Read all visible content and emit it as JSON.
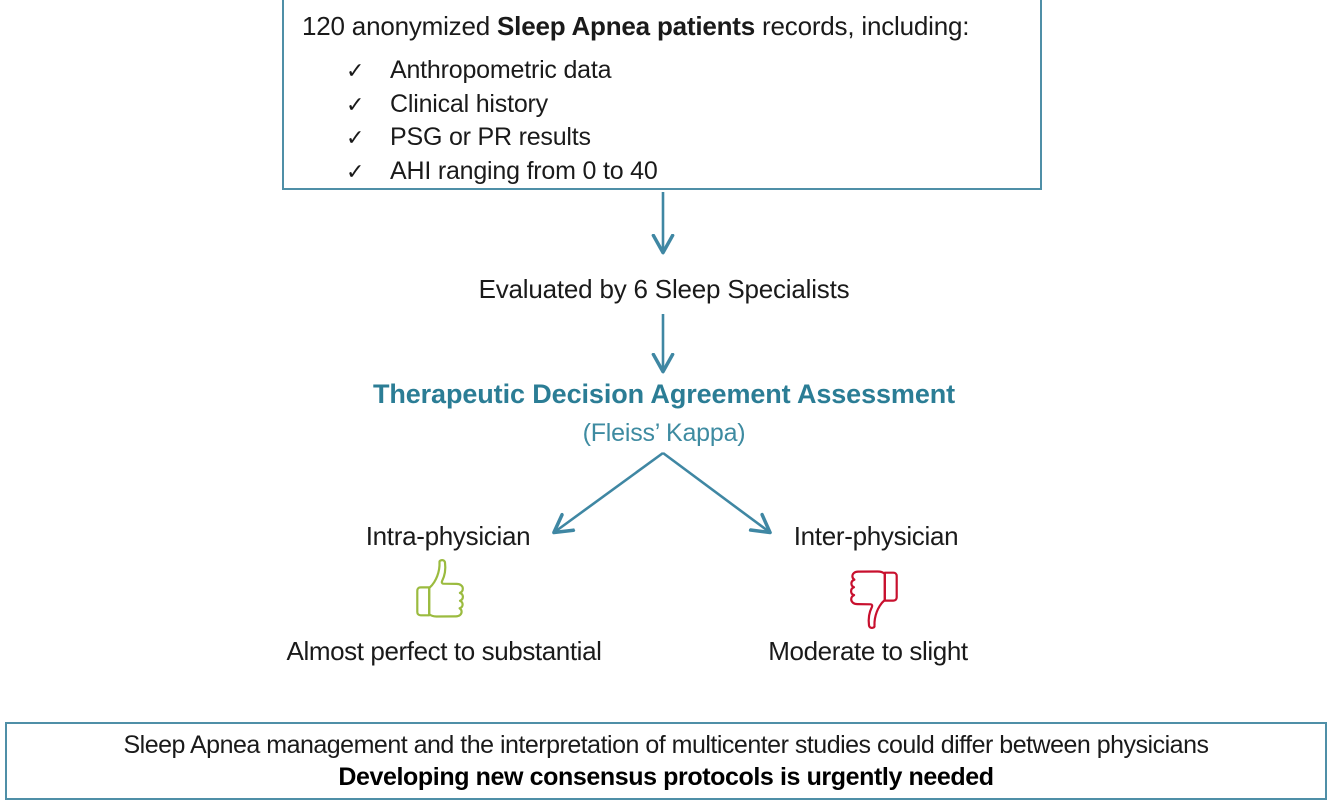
{
  "diagram": {
    "title": "Sleep Apnea therapeutic decision agreement study flowchart",
    "accent_border_color": "#4f8fa7",
    "accent_heading_color": "#2b7d95",
    "accent_subheading_color": "#3e8ba1",
    "arrow_color": "#3f87a3",
    "thumb_up_color": "#9bbb3f",
    "thumb_down_color": "#c8102e"
  },
  "records_box": {
    "headline_prefix": "120 anonymized ",
    "headline_bold": "Sleep Apnea patients",
    "headline_suffix": " records, including:",
    "bullet_glyph": "✓",
    "items": [
      "Anthropometric data",
      "Clinical history",
      "PSG or PR results",
      "AHI ranging from 0 to 40"
    ]
  },
  "flow": {
    "evaluated_by": "Evaluated by 6 Sleep Specialists",
    "assessment_title": "Therapeutic Decision Agreement Assessment",
    "assessment_subtitle": "(Fleiss’ Kappa)"
  },
  "branches": {
    "left": {
      "label": "Intra-physician",
      "icon": "thumbs-up-icon",
      "result": "Almost perfect to substantial"
    },
    "right": {
      "label": "Inter-physician",
      "icon": "thumbs-down-icon",
      "result": "Moderate to slight"
    }
  },
  "conclusion_box": {
    "line1": "Sleep Apnea management and the interpretation of multicenter studies could differ between physicians",
    "line2": "Developing new consensus protocols is urgently needed"
  }
}
